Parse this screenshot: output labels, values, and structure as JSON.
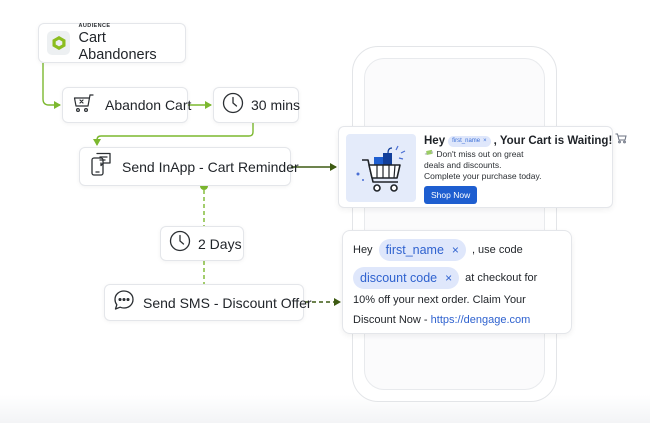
{
  "audience": {
    "tag": "AUDIENCE",
    "name": "Cart Abandoners",
    "icon": "hexagon-logo-icon"
  },
  "nodes": {
    "abandon_cart": {
      "label": "Abandon Cart",
      "icon": "cart-x-icon"
    },
    "delay_1": {
      "label": "30 mins",
      "icon": "clock-icon"
    },
    "send_inapp": {
      "label": "Send InApp - Cart Reminder",
      "icon": "inapp-message-icon"
    },
    "delay_2": {
      "label": "2 Days",
      "icon": "clock-icon"
    },
    "send_sms": {
      "label": "Send SMS - Discount Offer",
      "icon": "sms-bubble-icon"
    }
  },
  "inapp_card": {
    "title_prefix": "Hey",
    "chip": "first_name",
    "title_suffix": ", Your Cart is Waiting!",
    "title_emoji_icon": "shopping-cart-icon",
    "line_1": "Don't miss out on great",
    "line_1_emoji_icon": "money-wings-icon",
    "line_2": "deals and discounts.",
    "line_3": "Complete your purchase today.",
    "button": "Shop Now"
  },
  "sms_card": {
    "greeting": "Hey",
    "chip_1": "first_name",
    "after_chip_1": ", use code",
    "chip_2": "discount code",
    "after_chip_2": "at checkout for",
    "line_3": "10% off your next order. Claim Your",
    "line_4_prefix": "Discount Now - ",
    "link": "https://dengage.com"
  },
  "colors": {
    "flow_green": "#7cb82f",
    "sms_arrow_dark": "#3d5a12",
    "chip_bg": "#dfe7fb",
    "chip_text": "#2f62cf",
    "button_blue": "#1e5ed0"
  }
}
